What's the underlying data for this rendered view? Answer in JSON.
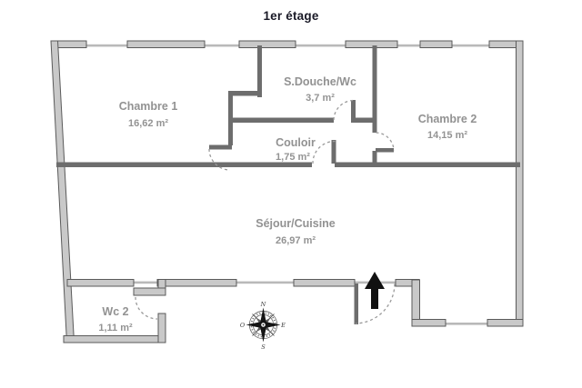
{
  "title": "1er étage",
  "rooms": [
    {
      "name": "Chambre 1",
      "area": "16,62 m²"
    },
    {
      "name": "S.Douche/Wc",
      "area": "3,7 m²"
    },
    {
      "name": "Chambre 2",
      "area": "14,15 m²"
    },
    {
      "name": "Couloir",
      "area": "1,75 m²"
    },
    {
      "name": "Séjour/Cuisine",
      "area": "26,97 m²"
    },
    {
      "name": "Wc 2",
      "area": "1,11 m²"
    }
  ],
  "compass": {
    "north": "N",
    "south": "S",
    "east": "E",
    "west": "O"
  },
  "colors": {
    "wall_fill": "#c9c9c9",
    "wall_outline": "#5a5a5a",
    "partition": "#6d6d6d",
    "window": "#b9b9b9",
    "door_arc": "#9a9a9a",
    "label": "#929292",
    "title": "#191926",
    "arrow": "#111111"
  }
}
